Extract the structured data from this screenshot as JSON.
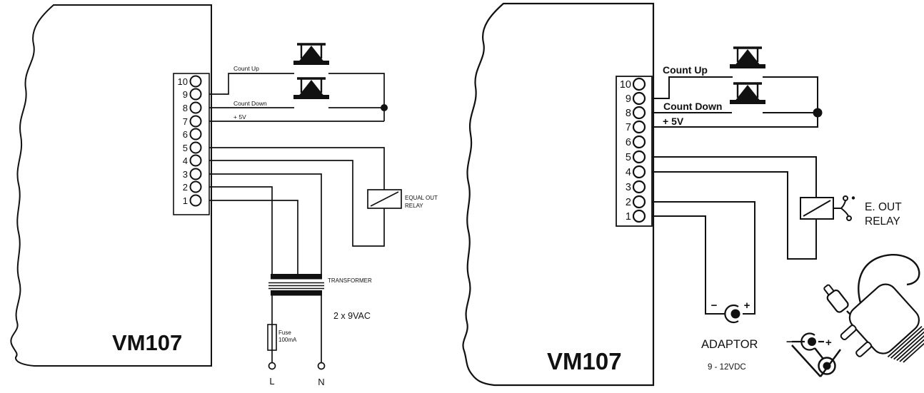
{
  "colors": {
    "ink": "#111111",
    "background": "#ffffff"
  },
  "left_diagram": {
    "device_label": "VM107",
    "terminals": [
      "10",
      "9",
      "8",
      "7",
      "6",
      "5",
      "4",
      "3",
      "2",
      "1"
    ],
    "signal_labels": {
      "count_up": "Count Up",
      "count_down": "Count Down",
      "supply": "+ 5V"
    },
    "relay_label": [
      "EQUAL OUT",
      "RELAY"
    ],
    "transformer_label": "TRANSFORMER",
    "transformer_rating": "2 x 9VAC",
    "fuse_label": [
      "Fuse",
      "100mA"
    ],
    "mains_terminals": {
      "live": "L",
      "neutral": "N"
    }
  },
  "right_diagram": {
    "device_label": "VM107",
    "terminals": [
      "10",
      "9",
      "8",
      "7",
      "6",
      "5",
      "4",
      "3",
      "2",
      "1"
    ],
    "signal_labels": {
      "count_up": "Count Up",
      "count_down": "Count Down",
      "supply": "+ 5V"
    },
    "relay_label": [
      "E. OUT",
      "RELAY"
    ],
    "adaptor_label": "ADAPTOR",
    "adaptor_rating": "9 - 12VDC",
    "polarity": {
      "minus": "−",
      "plus": "+"
    }
  }
}
